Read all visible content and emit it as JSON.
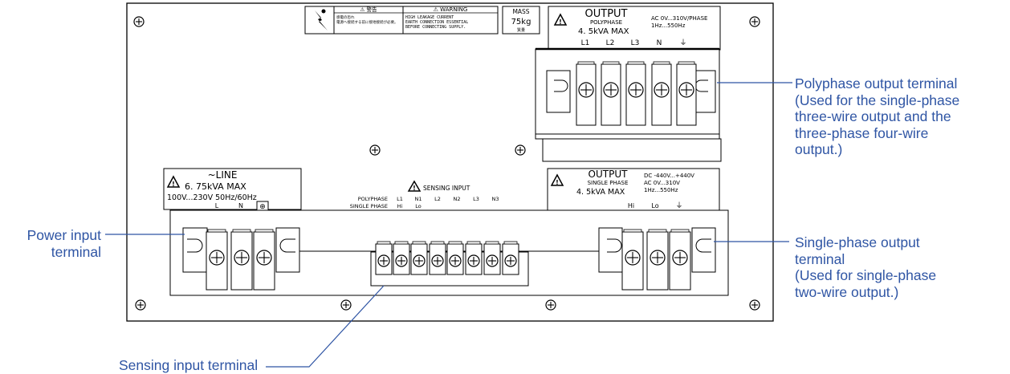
{
  "warning_label": {
    "jp_title": "⚠ 警告",
    "jp_text": [
      "感電の恐れ",
      "電源へ接続する前に接地接続が必要。"
    ],
    "en_title": "⚠ WARNING",
    "en_text": [
      "HIGH LEAKAGE CURRENT",
      "EARTH CONNECTION ESSENTIAL",
      "BEFORE CONNECTING SUPPLY."
    ]
  },
  "mass_label": {
    "title": "MASS",
    "value": "75kg",
    "jp": "質量"
  },
  "output_poly": {
    "title": "OUTPUT",
    "mode": "POLYPHASE",
    "capacity": "4. 5kVA MAX",
    "voltage": "AC 0V...310V/PHASE",
    "frequency": "1Hz...550Hz",
    "terminals": [
      "L1",
      "L2",
      "L3",
      "N",
      "⏚"
    ]
  },
  "line_input": {
    "title": "~LINE",
    "capacity": "6. 75kVA MAX",
    "rating": "100V...230V 50Hz/60Hz",
    "terminals": [
      "L",
      "N",
      "⏚"
    ]
  },
  "sensing_input": {
    "title": "SENSING INPUT",
    "poly_label": "POLYPHASE",
    "poly_terminals": [
      "L1",
      "N1",
      "L2",
      "N2",
      "L3",
      "N3"
    ],
    "single_label": "SINGLE PHASE",
    "single_terminals": [
      "Hi",
      "Lo"
    ]
  },
  "output_single": {
    "title": "OUTPUT",
    "mode": "SINGLE PHASE",
    "capacity": "4. 5kVA MAX",
    "dc_range": "DC -440V...+440V",
    "ac_range": "AC 0V...310V",
    "frequency": "1Hz...550Hz",
    "terminals": [
      "Hi",
      "Lo",
      "⏚"
    ]
  },
  "callouts": {
    "polyphase": [
      "Polyphase output terminal",
      "(Used for the single-phase",
      "three-wire output and the",
      "three-phase four-wire",
      "output.)"
    ],
    "power": [
      "Power input",
      "terminal"
    ],
    "single": [
      "Single-phase output",
      "terminal",
      "(Used for single-phase",
      "two-wire output.)"
    ],
    "sensing": [
      "Sensing input terminal"
    ]
  },
  "colors": {
    "callout_text": "#2f55a4",
    "leader_line": "#2f55a4"
  }
}
